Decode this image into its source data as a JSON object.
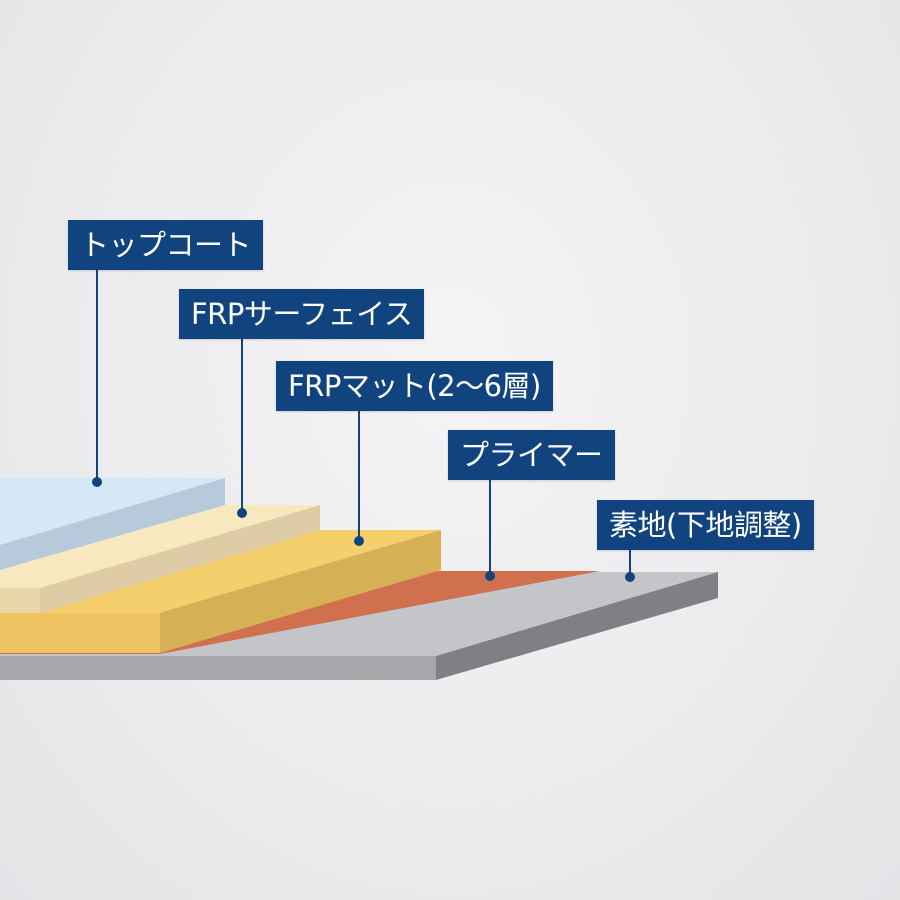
{
  "diagram": {
    "layers": [
      {
        "id": "topcoat",
        "label": "トップコート",
        "color": "#d5e8f5"
      },
      {
        "id": "surface",
        "label": "FRPサーフェイス",
        "color": "#f8e8c0"
      },
      {
        "id": "mat",
        "label": "FRPマット(2〜6層)",
        "color": "#f6cf6d"
      },
      {
        "id": "primer",
        "label": "プライマー",
        "color": "#d0704e"
      },
      {
        "id": "substrate",
        "label": "素地(下地調整)",
        "color": "#c4c5c8"
      }
    ],
    "label_color": "#11447f",
    "background": "#ececee"
  }
}
